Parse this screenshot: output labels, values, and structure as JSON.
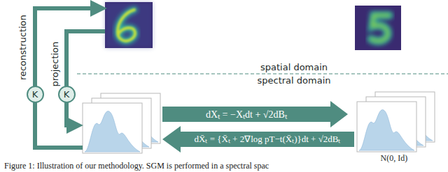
{
  "diagram": {
    "caption": "Figure 1: Illustration of our methodology. SGM is performed in a spectral spac",
    "nodes": [
      {
        "text": [
          "K"
        ]
      },
      {
        "text": [
          "K"
        ]
      }
    ],
    "labels": [
      "reconstruction",
      "projection",
      "spatial domain",
      "spectral domain",
      "dXₜ = −Xₜdt + √2dBₜ",
      "dX̄ₜ = {X̄ₜ + 2∇log pT−t(X̄ₜ)}dt + √2dBₜ",
      "N(0, Id)"
    ]
  }
}
